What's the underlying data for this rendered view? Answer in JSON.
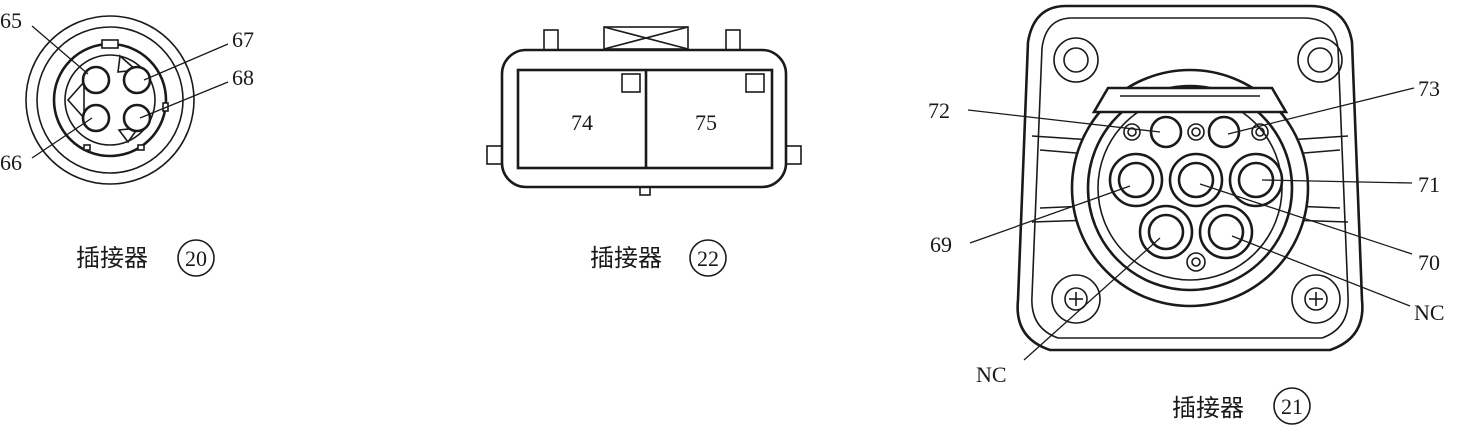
{
  "connector_20": {
    "caption": "插接器",
    "number": "20",
    "pins": [
      "65",
      "66",
      "67",
      "68"
    ]
  },
  "connector_22": {
    "caption": "插接器",
    "number": "22",
    "cells": [
      "74",
      "75"
    ]
  },
  "connector_21": {
    "caption": "插接器",
    "number": "21",
    "pins": [
      "72",
      "73",
      "71",
      "69",
      "70",
      "NC",
      "NC"
    ]
  }
}
